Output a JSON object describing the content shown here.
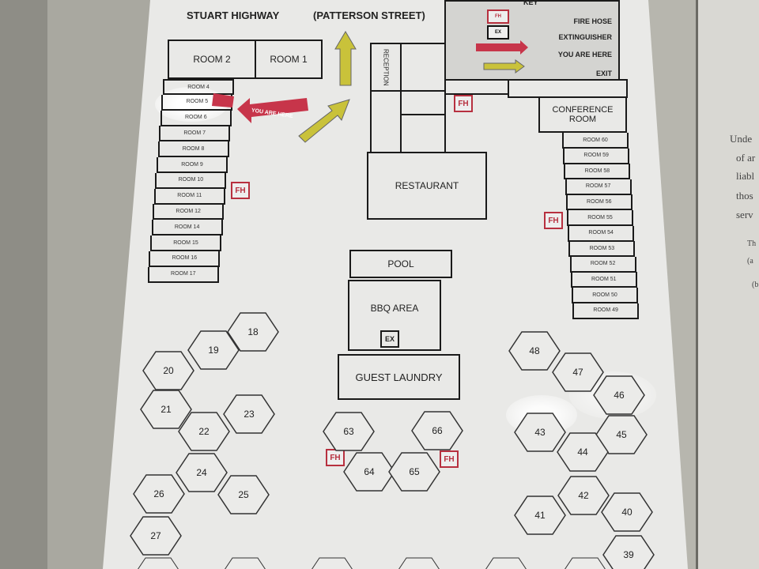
{
  "header": {
    "road1": "STUART HIGHWAY",
    "road2": "(PATTERSON STREET)"
  },
  "key": {
    "title": "KEY",
    "fire_hose": "FIRE HOSE",
    "extinguisher": "EXTINGUISHER",
    "you_are_here": "YOU ARE HERE",
    "exit": "EXIT",
    "fh_symbol": "FH",
    "ex_symbol": "EX"
  },
  "rooms": {
    "room2": "ROOM 2",
    "room1": "ROOM 1",
    "reception": "RECEPTION",
    "conference": "CONFERENCE ROOM",
    "restaurant": "RESTAURANT",
    "pool": "POOL",
    "bbq": "BBQ AREA",
    "ex": "EX",
    "laundry": "GUEST LAUNDRY",
    "you_are_here": "YOU ARE HERE",
    "fh": "FH"
  },
  "left_rooms": [
    "ROOM 4",
    "ROOM 5",
    "ROOM 6",
    "ROOM 7",
    "ROOM 8",
    "ROOM 9",
    "ROOM 10",
    "ROOM 11",
    "ROOM 12",
    "ROOM 14",
    "ROOM 15",
    "ROOM 16",
    "ROOM 17"
  ],
  "right_rooms": [
    "ROOM 60",
    "ROOM 59",
    "ROOM 58",
    "ROOM 57",
    "ROOM 56",
    "ROOM 55",
    "ROOM 54",
    "ROOM 53",
    "ROOM 52",
    "ROOM 51",
    "ROOM 50",
    "ROOM 49"
  ],
  "cabins": [
    "18",
    "19",
    "20",
    "21",
    "22",
    "23",
    "24",
    "25",
    "26",
    "27",
    "63",
    "64",
    "65",
    "66",
    "48",
    "47",
    "46",
    "43",
    "45",
    "44",
    "42",
    "41",
    "40",
    "39"
  ],
  "wall_text": [
    "Unde",
    "of ar",
    "liabl",
    "thos",
    "serv",
    "Th",
    "(a",
    "(b"
  ],
  "colors": {
    "fire": "#b7303f",
    "exit": "#c9c23a"
  }
}
